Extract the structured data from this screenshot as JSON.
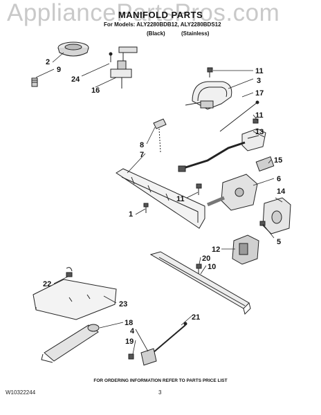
{
  "watermark": "AppliancePartsPros.com",
  "title": "MANIFOLD PARTS",
  "models_line": "For Models: ALY2280BDB12, ALY2280BDS12",
  "variants": [
    "(Black)",
    "(Stainless)"
  ],
  "part_labels": [
    "2",
    "9",
    "24",
    "16",
    "11",
    "3",
    "17",
    "11",
    "13",
    "8",
    "7",
    "15",
    "6",
    "14",
    "11",
    "1",
    "5",
    "12",
    "20",
    "10",
    "22",
    "23",
    "18",
    "4",
    "19",
    "21"
  ],
  "footer": "FOR ORDERING INFORMATION REFER TO PARTS PRICE LIST",
  "document_number": "W10322244",
  "page_number": "3"
}
